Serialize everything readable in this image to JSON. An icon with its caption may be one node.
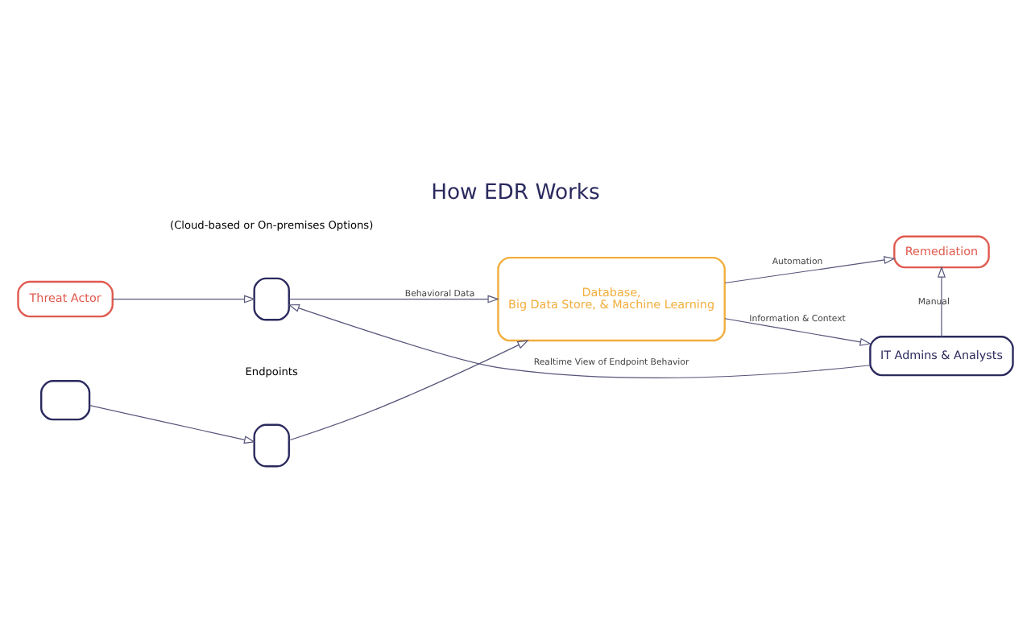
{
  "diagram": {
    "title": "How EDR Works",
    "nodes": [
      {
        "text": [],
        "shape": "box"
      },
      {
        "text": [],
        "shape": "box"
      },
      {
        "text": [],
        "shape": "box"
      },
      {
        "text": [
          "Threat Actor"
        ]
      },
      {
        "text": [
          "Database, Big Data Store, & Machine Learning"
        ]
      },
      {
        "text": [
          "Remediation"
        ]
      },
      {
        "text": [
          "IT Admins & Analysts"
        ]
      }
    ],
    "edges": [
      {
        "from": 0,
        "to": 1,
        "arrow": "to"
      },
      {
        "from": 1,
        "to": 4,
        "arrow": "to"
      },
      {
        "from": 2,
        "to": 4,
        "arrow": "to",
        "label": "Behavioral Data"
      },
      {
        "from": 3,
        "to": 2,
        "arrow": "to"
      },
      {
        "from": 4,
        "to": 5,
        "arrow": "to",
        "label": "Automation"
      },
      {
        "from": 4,
        "to": 6,
        "arrow": "to",
        "label": "Information & Context"
      },
      {
        "from": 6,
        "to": 2,
        "arrow": "to",
        "label": "Realtime View of Endpoint Behavior"
      },
      {
        "from": 6,
        "to": 5,
        "arrow": "to",
        "label": "Manual"
      }
    ],
    "labels": [
      "(Cloud-based or On-premises Options)",
      "Endpoints"
    ]
  }
}
